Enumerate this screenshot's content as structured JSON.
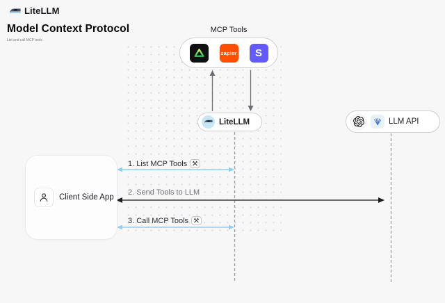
{
  "header": {
    "brand": "LiteLLM",
    "title": "Model Context Protocol",
    "subtitle": "List and call MCP tools"
  },
  "mcp_tools": {
    "label": "MCP Tools",
    "icons": [
      {
        "name": "green-triangle-tool-icon"
      },
      {
        "name": "zapier-icon",
        "text": "zapier"
      },
      {
        "name": "stripe-icon",
        "text": "S"
      }
    ]
  },
  "nodes": {
    "litellm": {
      "label": "LiteLLM"
    },
    "llm_api": {
      "label": "LLM API"
    },
    "client": {
      "label": "Client Side App"
    }
  },
  "messages": [
    {
      "text": "1. List MCP Tools",
      "tool_icon": true,
      "arrow_color": "#8ed2f1",
      "direction": "client-litellm"
    },
    {
      "text": "2. Send Tools to LLM",
      "tool_icon": false,
      "arrow_color": "#3d3d3f",
      "direction": "client-llmapi"
    },
    {
      "text": "3. Call MCP Tools",
      "tool_icon": true,
      "arrow_color": "#8ed2f1",
      "direction": "client-litellm"
    }
  ],
  "colors": {
    "background": "#f7f7f8",
    "blue_arrow": "#8ed2f1",
    "dark_arrow": "#3d3d3f",
    "lifeline": "#a2a2a6",
    "zapier_orange": "#ff4f00",
    "stripe_purple": "#635bff",
    "litellm_circle_blue": "#c9e6f7",
    "triangle_green": "#1fc05f"
  }
}
